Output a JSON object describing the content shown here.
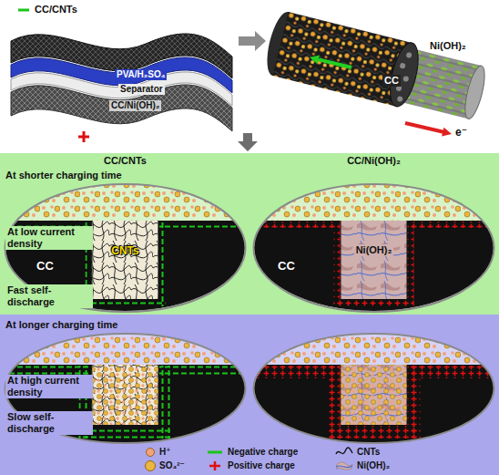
{
  "diagram": {
    "nodes": [
      {
        "text": [
          "CC/CNTs",
          "CC/Ni(OH)₂",
          "At shorter charging time",
          "At low current density",
          "Fast self-discharge"
        ]
      },
      {
        "text": [
          "CC",
          "CNTs"
        ],
        "in": 0
      },
      {
        "text": [
          "CC",
          "Ni(OH)₂"
        ],
        "in": 0
      },
      {
        "text": [
          "At longer charging time",
          "At high current density",
          "Slow self-discharge"
        ]
      }
    ],
    "labels": [
      "CC/CNTs",
      "PVA/H₂SO₄",
      "Separator",
      "CC/Ni(OH)₂",
      "Ni(OH)₂",
      "CC",
      "e⁻"
    ],
    "legend": [
      {
        "text": "H⁺",
        "color": "#f2a27c"
      },
      {
        "text": "Negative charge"
      },
      {
        "text": "CNTs"
      },
      {
        "text": "SO₄²⁻",
        "color": "#e9b640"
      },
      {
        "text": "Positive charge"
      },
      {
        "text": "Ni(OH)₂"
      }
    ]
  }
}
